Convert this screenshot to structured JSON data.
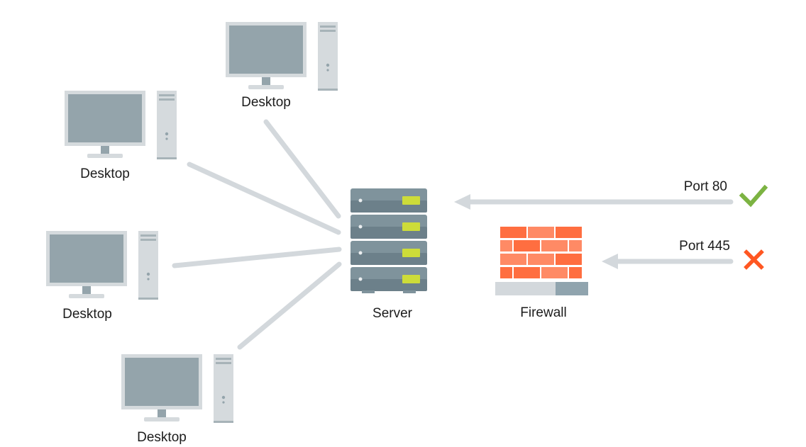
{
  "diagram": {
    "title": "",
    "colors": {
      "line": "#d3d8dc",
      "monitor_frame": "#d5dadd",
      "monitor_screen": "#94a4ab",
      "tower_body": "#d5dadd",
      "tower_accent": "#a7b3b8",
      "server_body": "#7f939c",
      "server_dark": "#6c808a",
      "server_led": "#cddc39",
      "brick_a": "#ff6e40",
      "brick_b": "#ff8a65",
      "firewall_base_light": "#d3d8dc",
      "firewall_base_dark": "#90a4ae",
      "allowed": "#7cb342",
      "blocked": "#ff5722"
    },
    "nodes": [
      {
        "id": "desktop-top",
        "type": "desktop",
        "label": "Desktop"
      },
      {
        "id": "desktop-upper-left",
        "type": "desktop",
        "label": "Desktop"
      },
      {
        "id": "desktop-middle-left",
        "type": "desktop",
        "label": "Desktop"
      },
      {
        "id": "desktop-bottom",
        "type": "desktop",
        "label": "Desktop"
      },
      {
        "id": "server",
        "type": "server",
        "label": "Server"
      },
      {
        "id": "firewall",
        "type": "firewall",
        "label": "Firewall"
      }
    ],
    "edges": [
      {
        "from": "desktop-top",
        "to": "server"
      },
      {
        "from": "desktop-upper-left",
        "to": "server"
      },
      {
        "from": "desktop-middle-left",
        "to": "server"
      },
      {
        "from": "desktop-bottom",
        "to": "server"
      }
    ],
    "traffic": [
      {
        "label": "Port 80",
        "target": "server",
        "status": "allowed",
        "icon": "check-icon"
      },
      {
        "label": "Port 445",
        "target": "firewall",
        "status": "blocked",
        "icon": "x-icon"
      }
    ]
  }
}
